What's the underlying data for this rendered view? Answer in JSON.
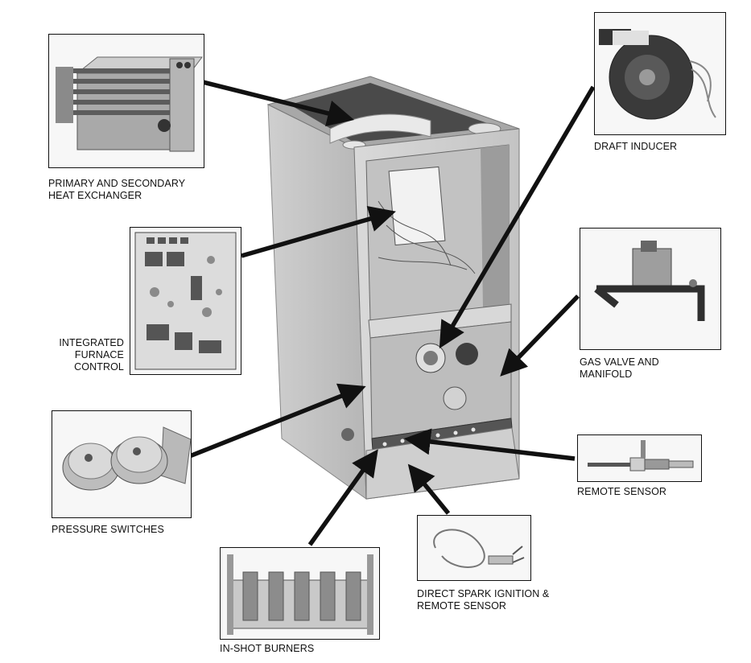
{
  "diagram": {
    "components": [
      {
        "id": "heat-exchanger",
        "lines": [
          "PRIMARY AND SECONDARY",
          "HEAT EXCHANGER"
        ]
      },
      {
        "id": "furnace-control",
        "lines": [
          "INTEGRATED",
          "FURNACE",
          "CONTROL"
        ]
      },
      {
        "id": "pressure-switches",
        "lines": [
          "PRESSURE SWITCHES"
        ]
      },
      {
        "id": "burners",
        "lines": [
          "IN-SHOT BURNERS"
        ]
      },
      {
        "id": "ignition",
        "lines": [
          "DIRECT SPARK IGNITION &",
          "REMOTE SENSOR"
        ]
      },
      {
        "id": "remote-sensor",
        "lines": [
          "REMOTE SENSOR"
        ]
      },
      {
        "id": "gas-valve",
        "lines": [
          "GAS VALVE AND",
          "MANIFOLD"
        ]
      },
      {
        "id": "draft-inducer",
        "lines": [
          "DRAFT INDUCER"
        ]
      }
    ]
  }
}
